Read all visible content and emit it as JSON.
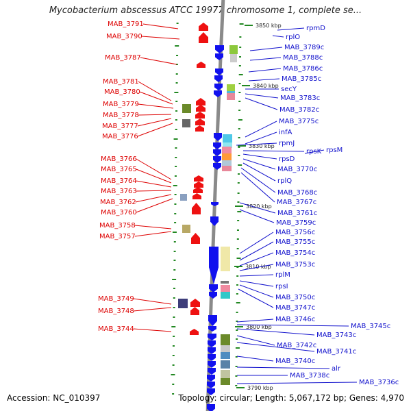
{
  "title": "Mycobacterium abscessus ATCC 19977 chromosome 1, complete se...",
  "footer": {
    "accession": "Accession: NC_010397",
    "topology": "Topology: circular; Length: 5,067,172 bp; Genes: 4,970"
  },
  "colors": {
    "left_label": "#dd0000",
    "right_label": "#1010cc",
    "forward_gene": "#ee1111",
    "reverse_gene": "#1111ee",
    "backbone": "#888888",
    "tick": "#228822"
  },
  "kbp_markers": [
    "3850 kbp",
    "3840 kbp",
    "3830 kbp",
    "3820 kbp",
    "3810 kbp",
    "3800 kbp",
    "3790 kbp"
  ],
  "left_labels": [
    "MAB_3791",
    "MAB_3790",
    "MAB_3787",
    "MAB_3781",
    "MAB_3780",
    "MAB_3779",
    "MAB_3778",
    "MAB_3777",
    "MAB_3776",
    "MAB_3766",
    "MAB_3765",
    "MAB_3764",
    "MAB_3763",
    "MAB_3762",
    "MAB_3760",
    "MAB_3758",
    "MAB_3757",
    "MAB_3749",
    "MAB_3748",
    "MAB_3744"
  ],
  "right_labels": [
    "rpmD",
    "rplO",
    "MAB_3789c",
    "MAB_3788c",
    "MAB_3786c",
    "MAB_3785c",
    "secY",
    "MAB_3783c",
    "MAB_3782c",
    "MAB_3775c",
    "infA",
    "rpmJ",
    "rpsM",
    "rpsK",
    "rpsD",
    "MAB_3770c",
    "rplQ",
    "MAB_3768c",
    "MAB_3767c",
    "MAB_3761c",
    "MAB_3759c",
    "MAB_3756c",
    "MAB_3755c",
    "MAB_3754c",
    "MAB_3753c",
    "rplM",
    "rpsI",
    "MAB_3750c",
    "MAB_3747c",
    "MAB_3746c",
    "MAB_3745c",
    "MAB_3743c",
    "MAB_3742c",
    "MAB_3741c",
    "MAB_3740c",
    "alr",
    "MAB_3738c",
    "MAB_3736c"
  ]
}
